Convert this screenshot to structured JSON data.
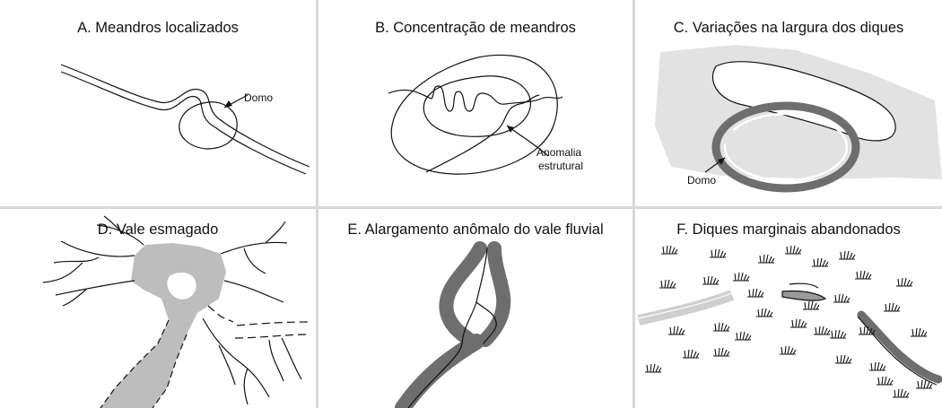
{
  "panels": {
    "a": {
      "title": "A. Meandros localizados",
      "label_domo": "Domo"
    },
    "b": {
      "title": "B. Concentração de meandros",
      "label_anomalia_1": "Anomalia",
      "label_anomalia_2": "estrutural"
    },
    "c": {
      "title": "C. Variações na largura dos diques",
      "label_domo": "Domo"
    },
    "d": {
      "title": "D. Vale esmagado"
    },
    "e": {
      "title": "E. Alargamento anômalo do vale fluvial"
    },
    "f": {
      "title": "F. Diques marginais abandonados"
    }
  },
  "colors": {
    "background": "#ffffff",
    "separator": "#d7d7d7",
    "line": "#111111",
    "light_gray": "#e2e2e2",
    "mid_gray": "#bdbdbd",
    "dark_gray": "#6e6e6e"
  }
}
